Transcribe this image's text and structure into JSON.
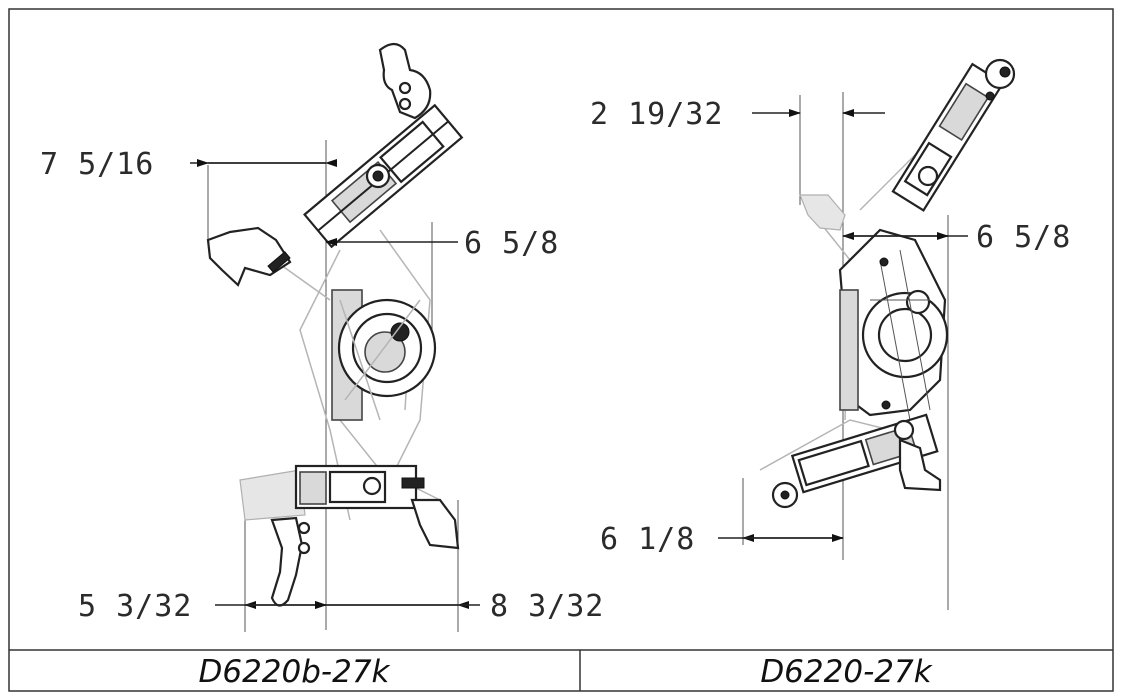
{
  "colors": {
    "line": "#222222",
    "ghost": "#b5b5b5",
    "border": "#333333"
  },
  "left_figure": {
    "dims": {
      "top_left": "7 5/16",
      "middle_right": "6 5/8",
      "bottom_left": "5 3/32",
      "bottom_right": "8 3/32"
    },
    "caption": "D6220b-27k"
  },
  "right_figure": {
    "dims": {
      "top": "2 19/32",
      "middle_right": "6 5/8",
      "bottom_left": "6 1/8"
    },
    "caption": "D6220-27k"
  }
}
